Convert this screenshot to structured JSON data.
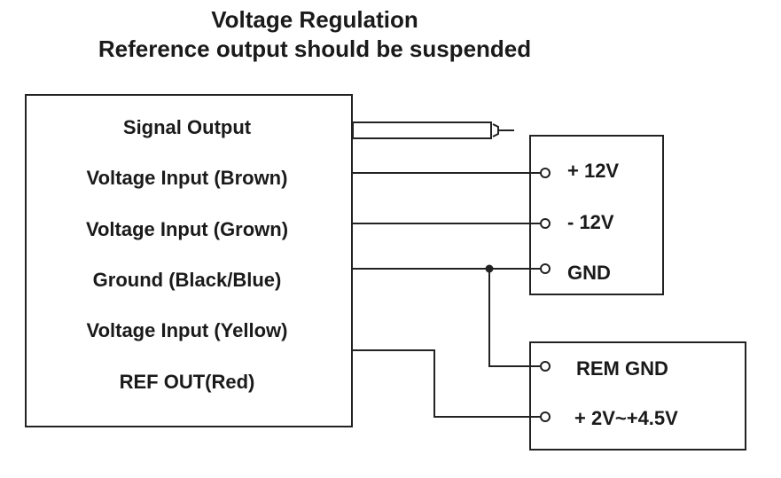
{
  "title": {
    "line1": "Voltage Regulation",
    "line2": "Reference output should be suspended"
  },
  "device_pins": [
    "Signal Output",
    "Voltage Input (Brown)",
    "Voltage Input (Grown)",
    "Ground (Black/Blue)",
    "Voltage Input (Yellow)",
    "REF OUT(Red)"
  ],
  "power_supply": {
    "terminals": [
      "+ 12V",
      "- 12V",
      "GND"
    ]
  },
  "remote": {
    "terminals": [
      "REM GND",
      "+ 2V~+4.5V"
    ]
  }
}
